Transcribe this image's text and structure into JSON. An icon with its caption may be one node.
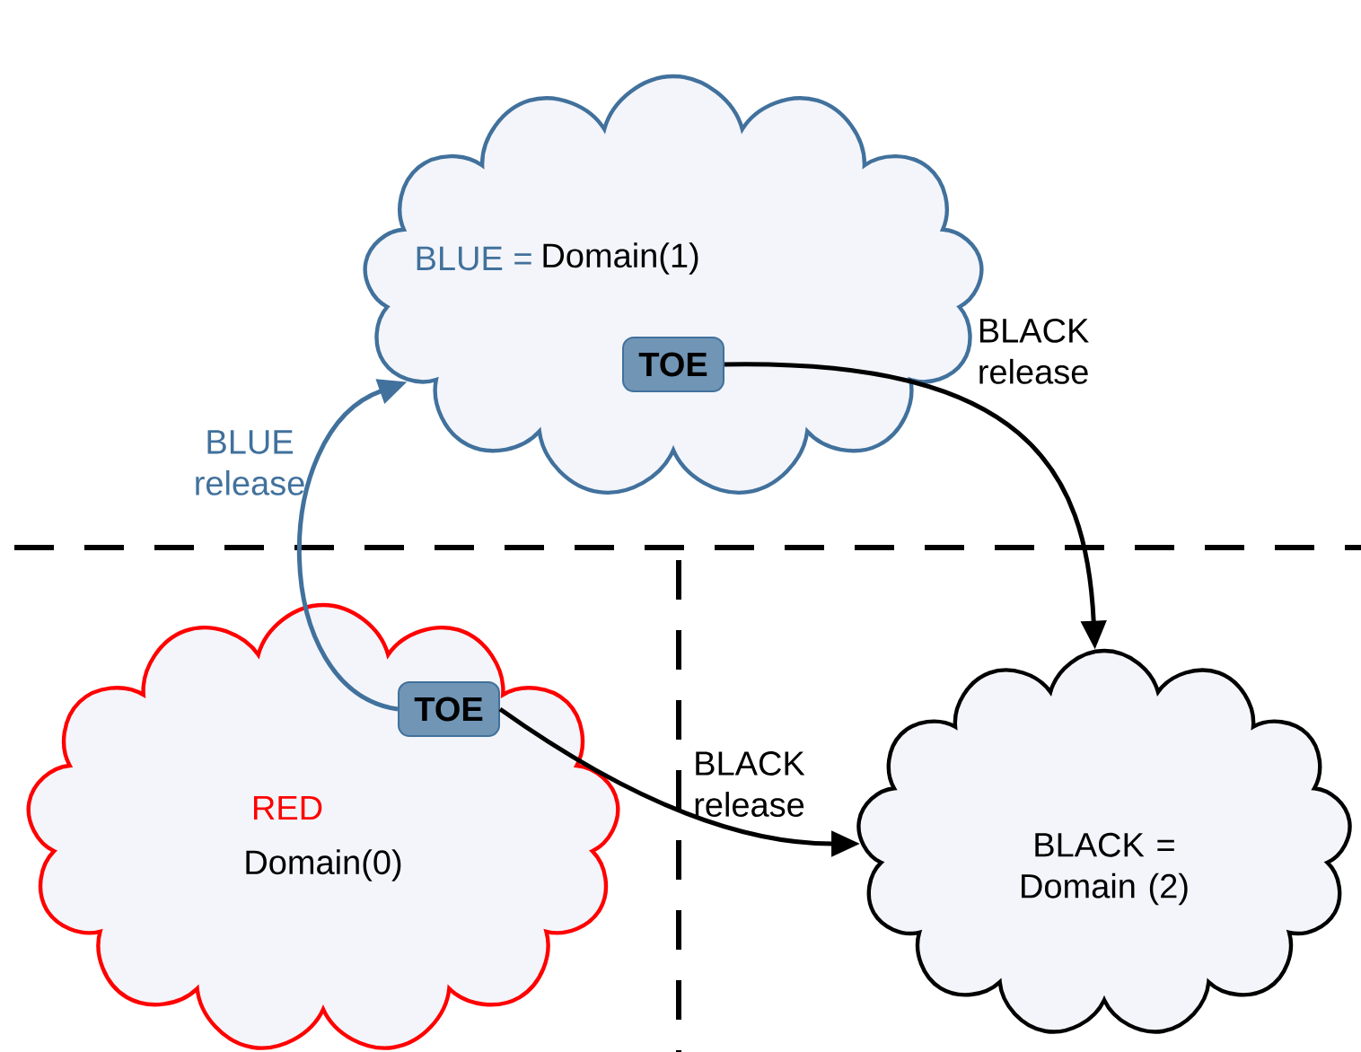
{
  "diagram": {
    "nodes": [
      {
        "text": [
          "BLUE =",
          "Domain(1)"
        ]
      },
      {
        "text": [
          "TOE"
        ],
        "in": 0
      },
      {
        "text": [
          "RED",
          "Domain(0)"
        ]
      },
      {
        "text": [
          "TOE"
        ],
        "in": 2
      },
      {
        "text": [
          "BLACK = Domain (2)"
        ]
      }
    ],
    "edges": [
      {
        "from": 3,
        "to": 0,
        "arrow": "to",
        "label": "BLUE release",
        "color": "#41719c"
      },
      {
        "from": 1,
        "to": 4,
        "arrow": "to",
        "label": "BLACK release"
      },
      {
        "from": 3,
        "to": 4,
        "arrow": "to",
        "label": "BLACK release"
      }
    ]
  }
}
